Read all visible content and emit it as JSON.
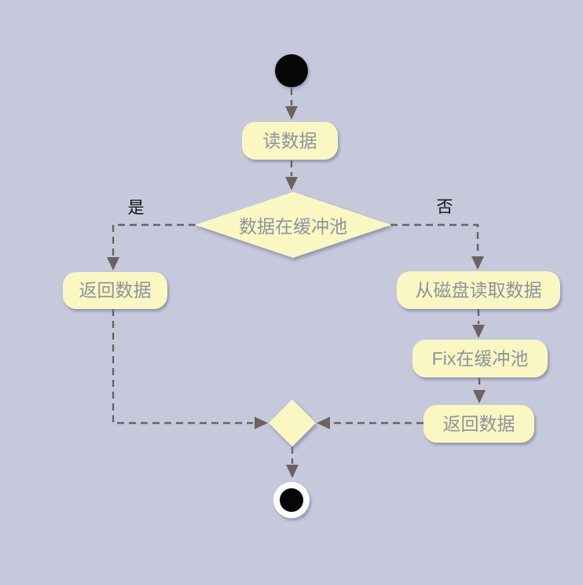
{
  "diagram": {
    "type": "activity-flowchart",
    "colors": {
      "background": "#c6c9dc",
      "node_fill": "#faf7c2",
      "node_text": "#8e939e",
      "edge": "#6b6360",
      "branch_label": "#141414",
      "start_fill": "#060606",
      "end_ring": "#ffffff",
      "end_dot": "#060606"
    },
    "nodes": {
      "read_data": {
        "label": "读数据"
      },
      "decision": {
        "label": "数据在缓冲池"
      },
      "return_data_left": {
        "label": "返回数据"
      },
      "read_from_disk": {
        "label": "从磁盘读取数据"
      },
      "fix_in_buffer": {
        "label": "Fix在缓冲池"
      },
      "return_data_right": {
        "label": "返回数据"
      }
    },
    "branch_labels": {
      "yes": "是",
      "no": "否"
    }
  }
}
